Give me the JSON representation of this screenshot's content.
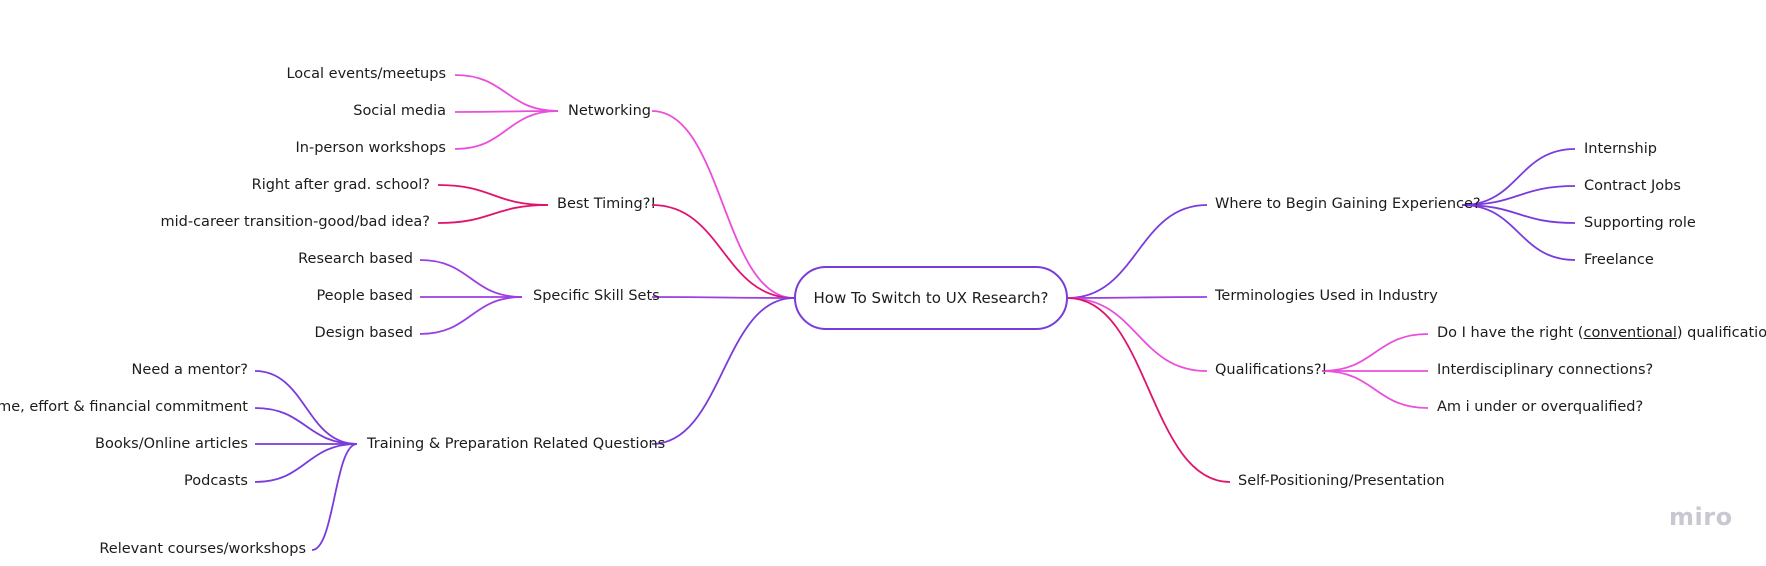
{
  "central": "How To Switch to UX Research?",
  "logo": "miro",
  "left": {
    "networking": {
      "label": "Networking",
      "children": [
        "Local events/meetups",
        "Social media",
        "In-person workshops"
      ]
    },
    "timing": {
      "label": "Best Timing?!",
      "children": [
        "Right after grad. school?",
        "mid-career transition-good/bad idea?"
      ]
    },
    "skills": {
      "label": "Specific Skill Sets",
      "children": [
        "Research based",
        "People based",
        "Design based"
      ]
    },
    "training": {
      "label": "Training & Preparation Related Questions",
      "children": [
        "Need a mentor?",
        "Time, effort & financial commitment",
        "Books/Online articles",
        "Podcasts",
        "Relevant courses/workshops"
      ]
    }
  },
  "right": {
    "experience": {
      "label": "Where to Begin Gaining Experience?",
      "children": [
        "Internship",
        "Contract Jobs",
        "Supporting role",
        "Freelance"
      ]
    },
    "terminologies": {
      "label": "Terminologies Used in Industry"
    },
    "qualifications": {
      "label": "Qualifications?!",
      "children": [
        {
          "pre": "Do I have the right (",
          "underlined": "conventional",
          "post": ") qualifications?"
        },
        "Interdisciplinary connections?",
        "Am i under or overqualified?"
      ]
    },
    "presentation": {
      "label": "Self-Positioning/Presentation"
    }
  },
  "colors": {
    "purple": "#7a3bdc",
    "violet": "#9b3fe0",
    "pink": "#ea4fdc",
    "crimson": "#e0136e"
  }
}
